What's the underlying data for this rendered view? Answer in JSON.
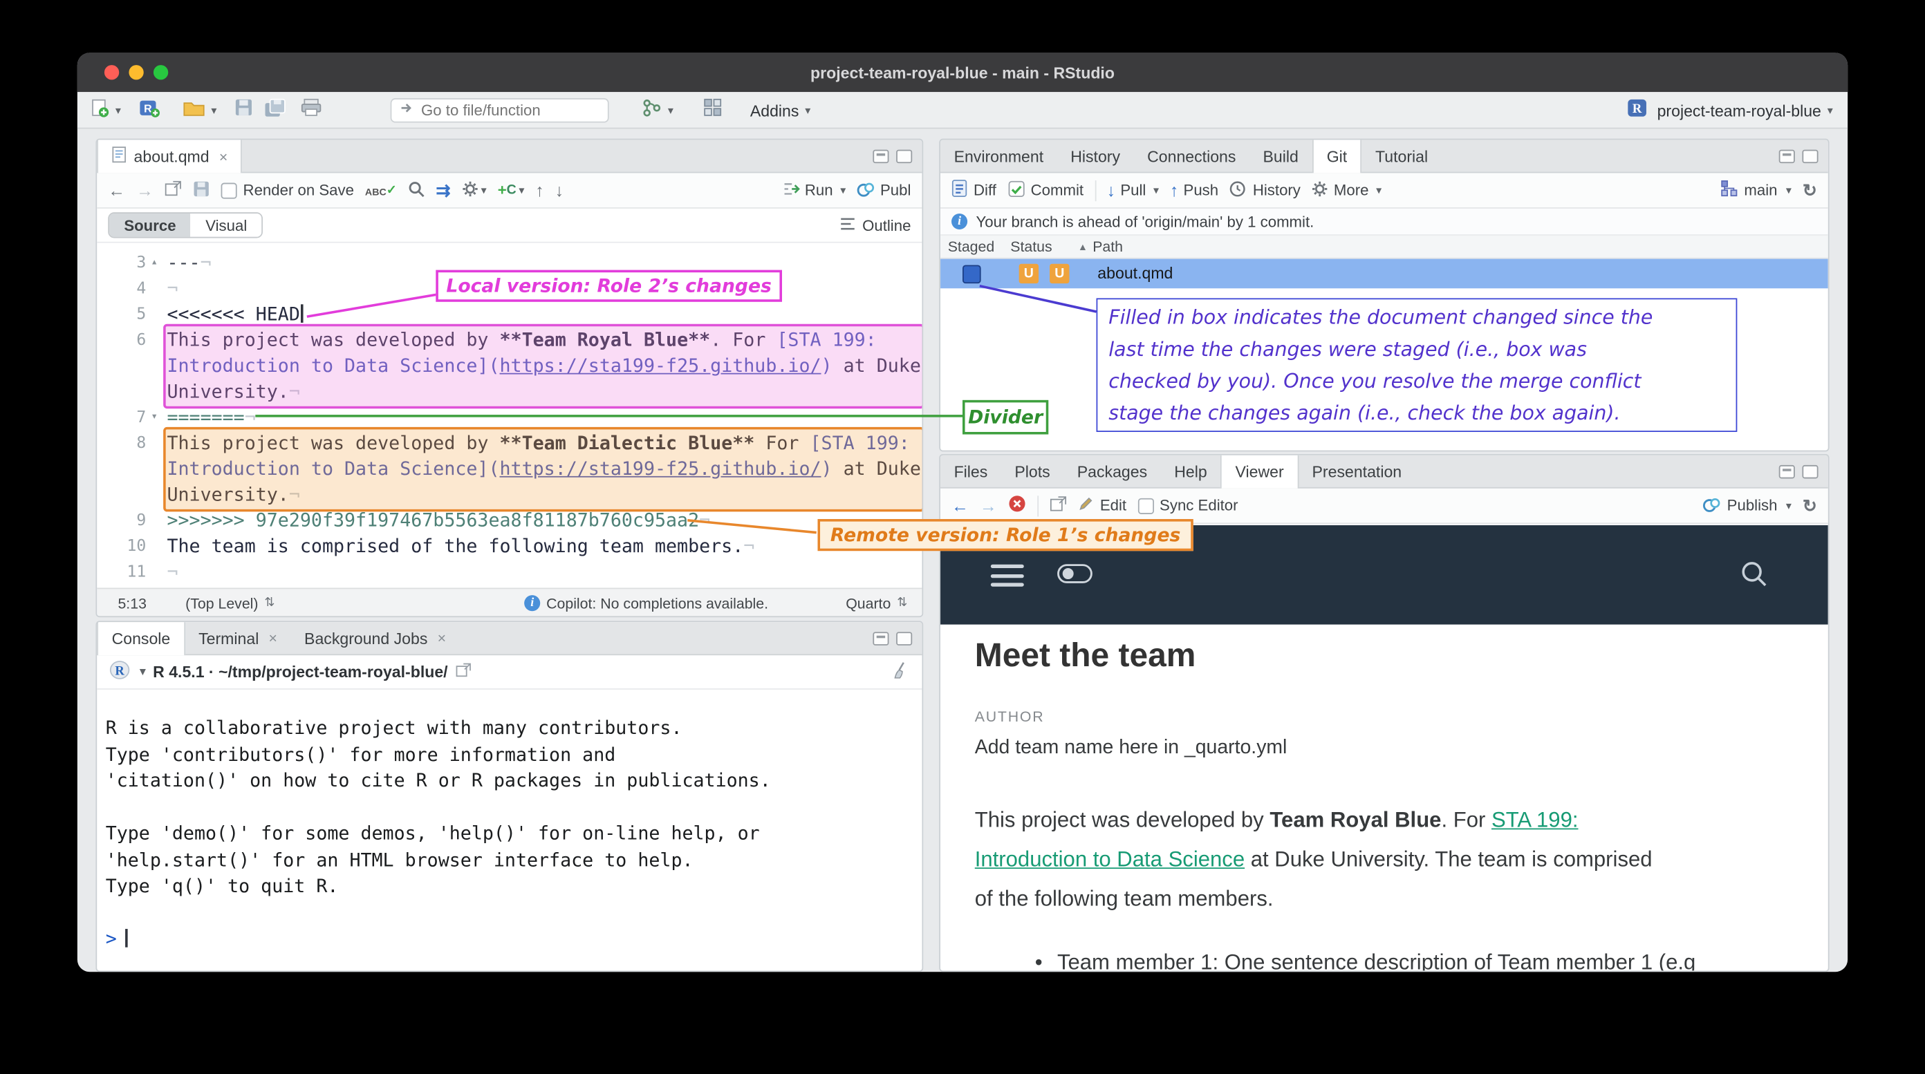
{
  "window": {
    "title": "project-team-royal-blue - main - RStudio"
  },
  "toolbar": {
    "goto_placeholder": "Go to file/function",
    "addins": "Addins",
    "project": "project-team-royal-blue"
  },
  "source": {
    "tab": "about.qmd",
    "toolbar": {
      "render_on_save": "Render on Save",
      "spell": "ABC",
      "run": "Run",
      "publish": "Publ",
      "source_btn": "Source",
      "visual_btn": "Visual",
      "outline": "Outline"
    },
    "rows": [
      {
        "num": "3",
        "fold": "▴",
        "segs": [
          "---",
          "¬"
        ]
      },
      {
        "num": "4",
        "segs": [
          "¬"
        ]
      },
      {
        "num": "5",
        "segs": [
          "<<<<<<< HEAD"
        ]
      },
      {
        "num": "6",
        "segs": [
          "This project was developed by ",
          "**Team Royal Blue**",
          ". For ",
          "[STA 199:"
        ]
      },
      {
        "num": "",
        "segs": [
          "Introduction to Data Science](",
          "https://sta199-f25.github.io/",
          ")",
          " at Duke"
        ]
      },
      {
        "num": "",
        "segs": [
          "University.",
          "¬"
        ]
      },
      {
        "num": "7",
        "fold": "▾",
        "segs": [
          "=======",
          "¬"
        ]
      },
      {
        "num": "8",
        "segs": [
          "This project was developed by ",
          "**Team Dialectic Blue**",
          " For ",
          "[STA 199:"
        ]
      },
      {
        "num": "",
        "segs": [
          "Introduction to Data Science](",
          "https://sta199-f25.github.io/",
          ")",
          " at Duke"
        ]
      },
      {
        "num": "",
        "segs": [
          "University.",
          "¬"
        ]
      },
      {
        "num": "9",
        "segs": [
          ">>>>>>> 97e290f39f197467b5563ea8f81187b760c95aa2",
          "¬"
        ]
      },
      {
        "num": "10",
        "segs": [
          "The team is comprised of the following team members.",
          "¬"
        ]
      },
      {
        "num": "11",
        "segs": [
          "¬"
        ]
      }
    ],
    "status": {
      "cursor_pos": "5:13",
      "scope": "(Top Level)",
      "copilot": "Copilot: No completions available.",
      "mode": "Quarto"
    }
  },
  "git": {
    "tabs": [
      "Environment",
      "History",
      "Connections",
      "Build",
      "Git",
      "Tutorial"
    ],
    "toolbar": {
      "diff": "Diff",
      "commit": "Commit",
      "pull": "Pull",
      "push": "Push",
      "history": "History",
      "more": "More",
      "branch": "main"
    },
    "info": "Your branch is ahead of 'origin/main' by 1 commit.",
    "columns": {
      "staged": "Staged",
      "status": "Status",
      "path": "Path"
    },
    "row": {
      "file": "about.qmd",
      "badges": [
        "U",
        "U"
      ]
    }
  },
  "files": {
    "tabs": [
      "Files",
      "Plots",
      "Packages",
      "Help",
      "Viewer",
      "Presentation"
    ],
    "toolbar": {
      "edit": "Edit",
      "sync": "Sync Editor",
      "publish": "Publish"
    }
  },
  "viewer": {
    "title": "Meet the team",
    "author_label": "AUTHOR",
    "author": "Add team name here in _quarto.yml",
    "p1": [
      "This project was developed by ",
      "Team Royal Blue",
      ". For ",
      "STA 199:"
    ],
    "p2": [
      "Introduction to Data Science",
      " at Duke University. The team is comprised"
    ],
    "p3": [
      "of the following team members."
    ],
    "bullet": "Team member 1: One sentence description of Team member 1 (e.g"
  },
  "console": {
    "tabs": [
      "Console",
      "Terminal",
      "Background Jobs"
    ],
    "header": "R 4.5.1 · ~/tmp/project-team-royal-blue/",
    "lines": [
      "R is a collaborative project with many contributors.",
      "Type 'contributors()' for more information and",
      "'citation()' on how to cite R or R packages in publications.",
      "",
      "Type 'demo()' for some demos, 'help()' for on-line help, or",
      "'help.start()' for an HTML browser interface to help.",
      "Type 'q()' to quit R."
    ],
    "prompt": ">"
  },
  "annotations": {
    "local": "Local version: Role 2’s changes",
    "divider": "Divider",
    "remote": "Remote version: Role 1’s changes",
    "note": [
      "Filled in box indicates the document changed since the",
      "last time the changes were staged (i.e., box was",
      "checked by you). Once you resolve the merge conflict",
      "stage the changes again (i.e., check the box again)."
    ]
  },
  "colors": {
    "selection_blue": "#8ab4f0",
    "badge_orange": "#efa33d",
    "link_teal": "#179b74",
    "annotation_pink": "#e23cdb",
    "annotation_orange": "#e8872c",
    "annotation_green": "#3fa03f",
    "annotation_purple": "#5232cc",
    "navbar_navy": "#243240"
  }
}
